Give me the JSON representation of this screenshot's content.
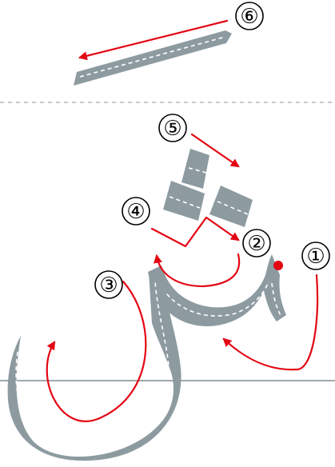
{
  "diagram": {
    "colors": {
      "stroke_fill": "#8d9ba1",
      "arrow": "#e30613",
      "start_dot": "#e30613",
      "dashed_guide": "#a8a8a8",
      "baseline": "#7f8c91"
    },
    "step_labels": [
      "①",
      "②",
      "③",
      "④",
      "⑤",
      "⑥"
    ]
  }
}
